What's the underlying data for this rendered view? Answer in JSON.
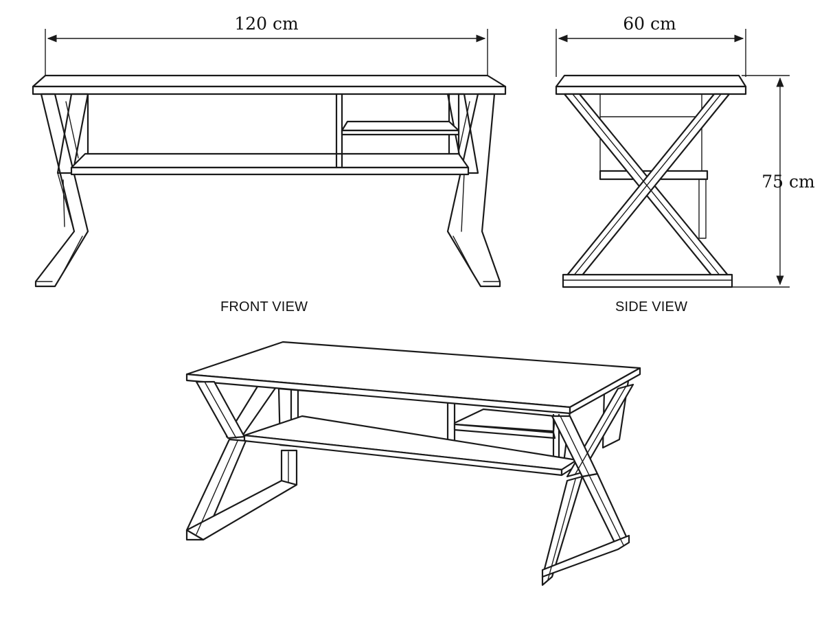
{
  "dimensions": {
    "width": "120 cm",
    "depth": "60 cm",
    "height": "75 cm"
  },
  "views": {
    "front": "FRONT VIEW",
    "side": "SIDE VIEW"
  },
  "colors": {
    "line": "#1a1a1a",
    "background": "#ffffff"
  }
}
